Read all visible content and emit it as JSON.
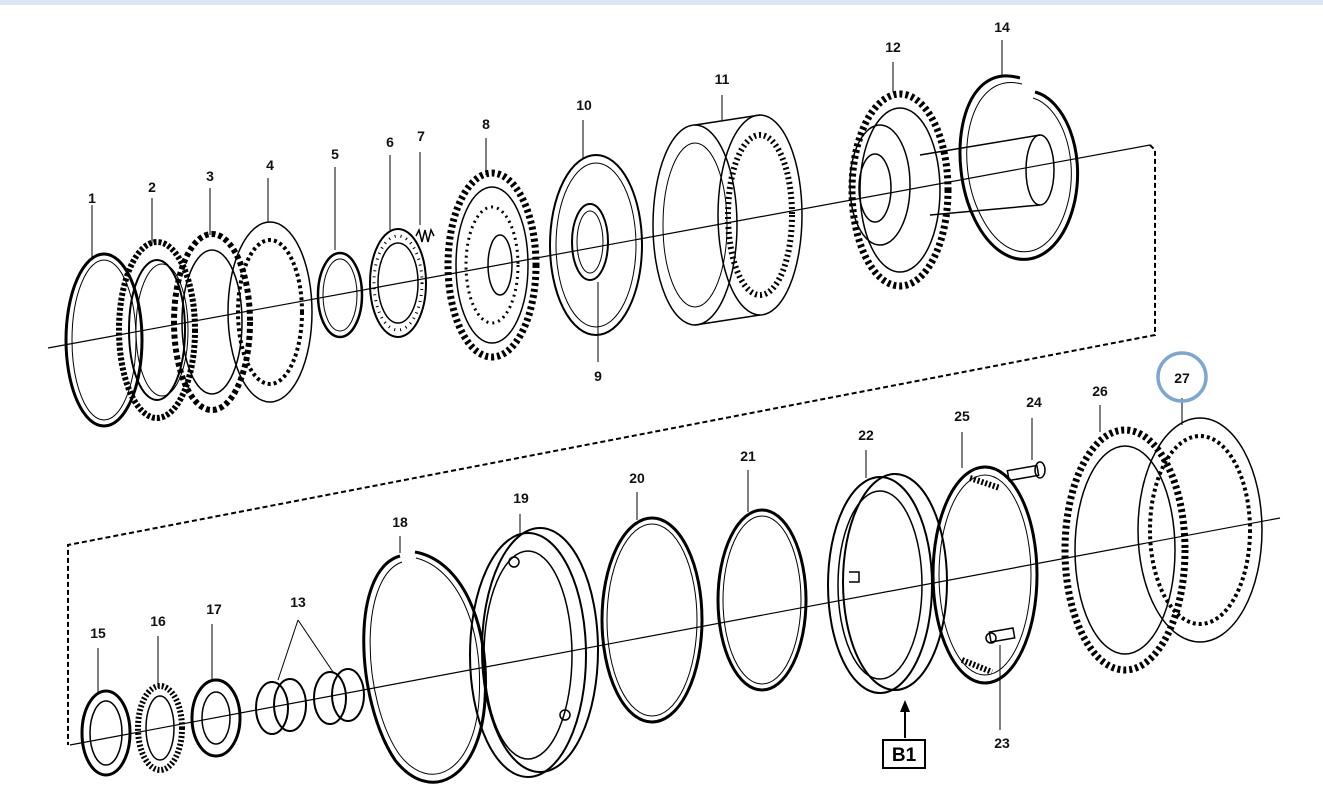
{
  "diagram": {
    "callouts": [
      {
        "id": "1",
        "text": "1"
      },
      {
        "id": "2",
        "text": "2"
      },
      {
        "id": "3",
        "text": "3"
      },
      {
        "id": "4",
        "text": "4"
      },
      {
        "id": "5",
        "text": "5"
      },
      {
        "id": "6",
        "text": "6"
      },
      {
        "id": "7",
        "text": "7"
      },
      {
        "id": "8",
        "text": "8"
      },
      {
        "id": "9",
        "text": "9"
      },
      {
        "id": "10",
        "text": "10"
      },
      {
        "id": "11",
        "text": "11"
      },
      {
        "id": "12",
        "text": "12"
      },
      {
        "id": "13",
        "text": "13"
      },
      {
        "id": "14",
        "text": "14"
      },
      {
        "id": "15",
        "text": "15"
      },
      {
        "id": "16",
        "text": "16"
      },
      {
        "id": "17",
        "text": "17"
      },
      {
        "id": "18",
        "text": "18"
      },
      {
        "id": "19",
        "text": "19"
      },
      {
        "id": "20",
        "text": "20"
      },
      {
        "id": "21",
        "text": "21"
      },
      {
        "id": "22",
        "text": "22"
      },
      {
        "id": "23",
        "text": "23"
      },
      {
        "id": "24",
        "text": "24"
      },
      {
        "id": "25",
        "text": "25"
      },
      {
        "id": "26",
        "text": "26"
      },
      {
        "id": "27",
        "text": "27"
      }
    ],
    "reference_box": "B1",
    "highlighted_callout": "27",
    "highlight_color": "#7ea6d3",
    "line_color": "#000000",
    "header_color": "#dbe6f2"
  }
}
